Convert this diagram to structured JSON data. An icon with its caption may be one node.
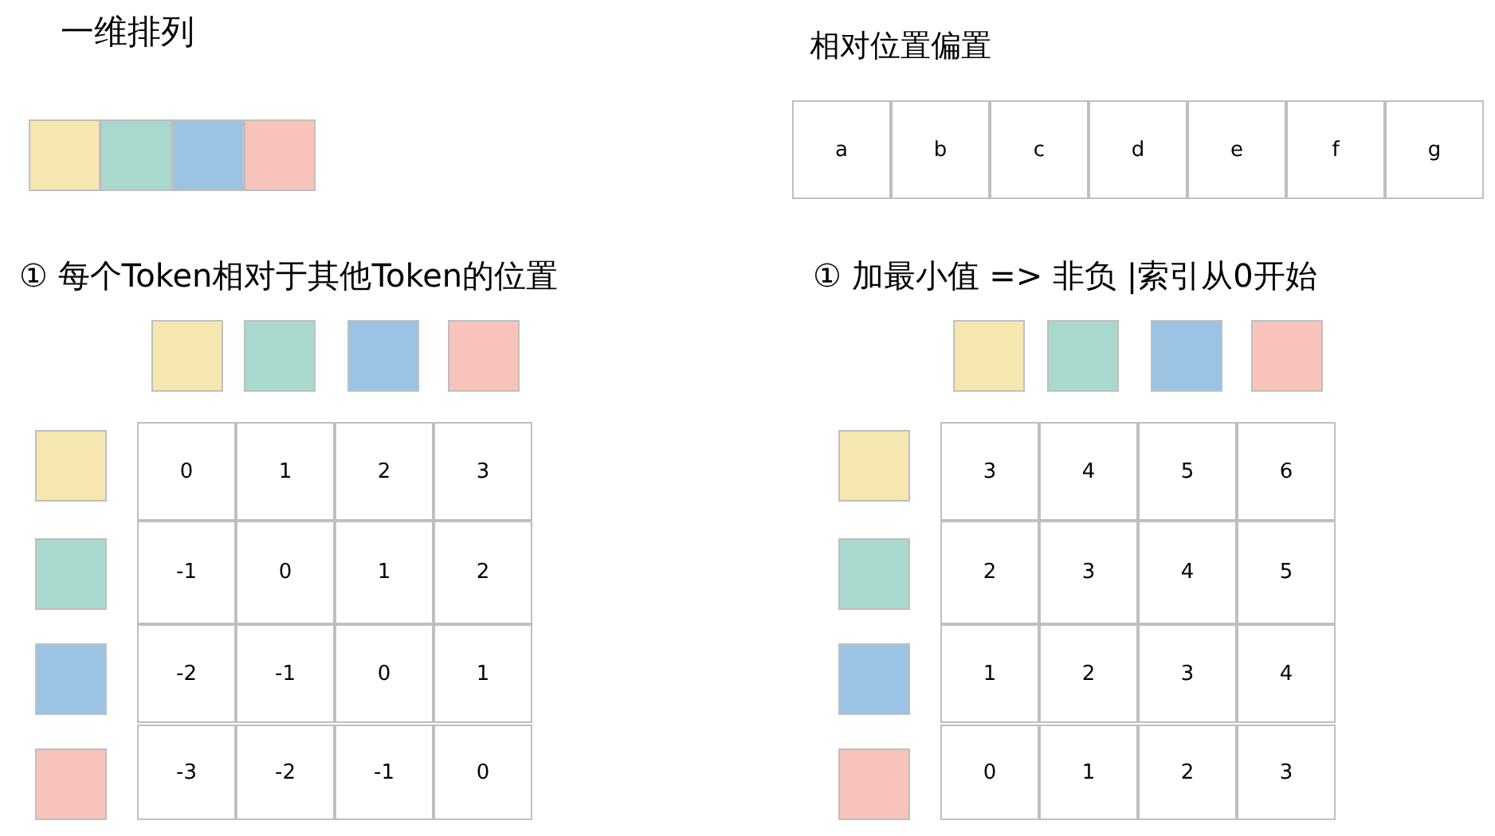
{
  "diagram": {
    "labels": [
      "一维排列",
      "相对位置偏置",
      "a",
      "b",
      "c",
      "d",
      "e",
      "f",
      "g",
      "① 每个Token相对于其他Token的位置",
      "① 加最小值 => 非负 |索引从0开始",
      "0",
      "1",
      "2",
      "3",
      "-1",
      "0",
      "1",
      "2",
      "-2",
      "-1",
      "0",
      "1",
      "-3",
      "-2",
      "-1",
      "0",
      "3",
      "4",
      "5",
      "6",
      "2",
      "3",
      "4",
      "5",
      "1",
      "2",
      "3",
      "4",
      "0",
      "1",
      "2",
      "3"
    ]
  }
}
